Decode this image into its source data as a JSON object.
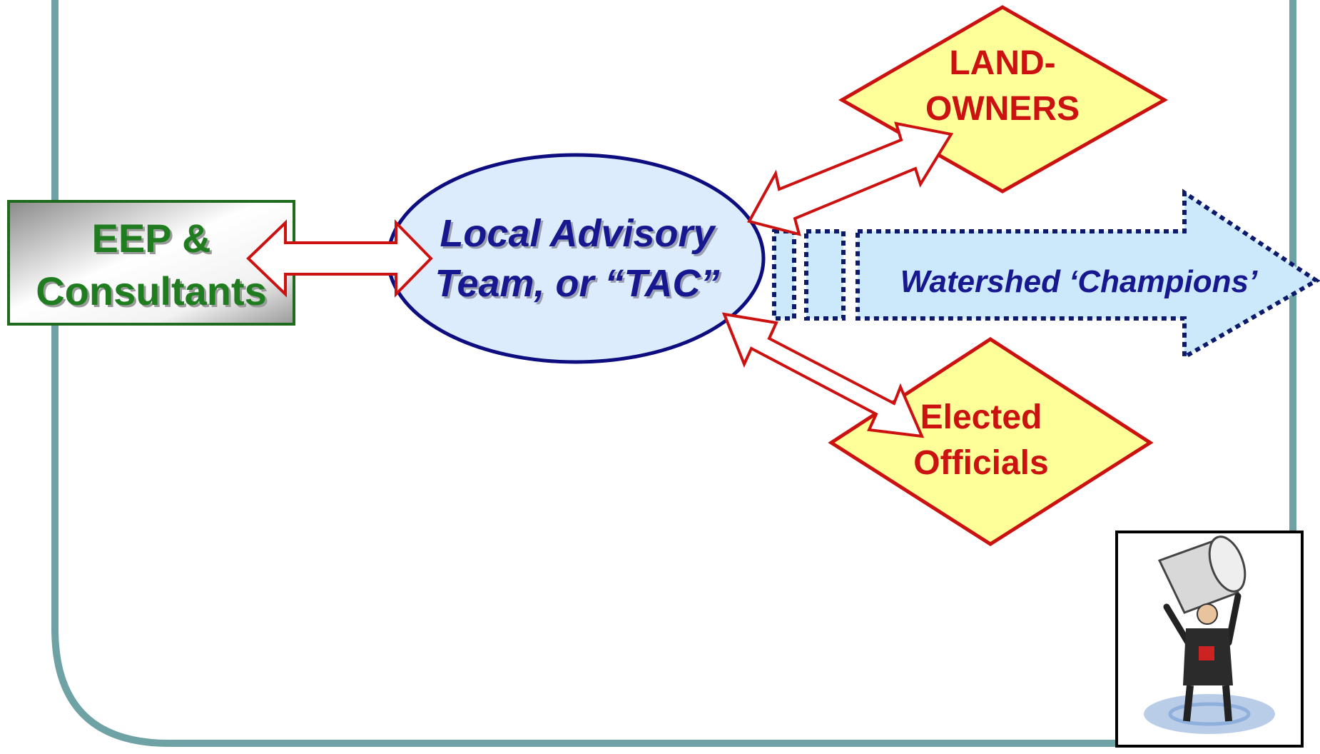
{
  "nodes": {
    "eep": {
      "line1": "EEP &",
      "line2": "Consultants"
    },
    "tac": {
      "line1": "Local Advisory",
      "line2": "Team, or “TAC”"
    },
    "landowners": {
      "line1": "LAND-",
      "line2": "OWNERS"
    },
    "elected": {
      "line1": "Elected",
      "line2": "Officials"
    },
    "champions": {
      "label": "Watershed ‘Champions’"
    }
  },
  "illustration": {
    "icon": "trophy-champion-icon"
  },
  "colors": {
    "frame": "#6fa2a4",
    "eep_text": "#1f7d1f",
    "eep_border": "#1e6b1e",
    "tac_fill": "#dcecfc",
    "tac_border": "#0d0d80",
    "tac_text": "#17178f",
    "diamond_fill": "#ffff99",
    "diamond_border": "#cc1111",
    "diamond_text": "#cc1111",
    "arrow_border": "#cc1111",
    "champions_fill": "#cce9fb",
    "champions_border": "#0d1a6b",
    "champions_text": "#17178f"
  }
}
